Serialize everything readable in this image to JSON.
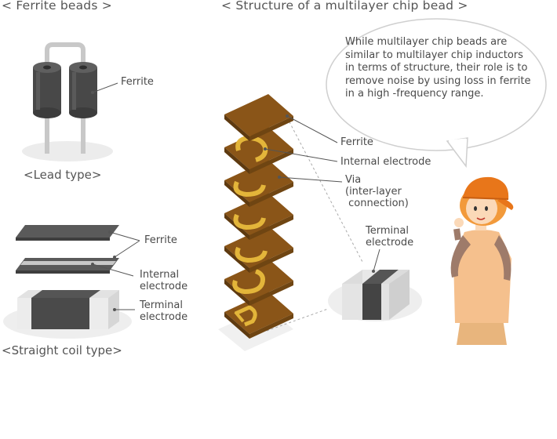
{
  "titles": {
    "ferrite_beads": "< Ferrite beads >",
    "multilayer": "< Structure of a multilayer chip bead >"
  },
  "lead_type": {
    "caption": "<Lead type>",
    "ferrite": "Ferrite"
  },
  "straight_coil": {
    "caption": "<Straight coil type>",
    "ferrite": "Ferrite",
    "internal_electrode": "Internal\nelectrode",
    "terminal_electrode": "Terminal\nelectrode"
  },
  "multilayer": {
    "ferrite": "Ferrite",
    "internal_electrode": "Internal electrode",
    "via": "Via\n(inter-layer\n connection)",
    "terminal_electrode": "Terminal\nelectrode"
  },
  "speech_bubble": "While multilayer chip beads are similar to multilayer chip inductors in terms of structure, their role is to remove noise by using loss in ferrite in a high -frequency range.",
  "colors": {
    "ferrite_dark": "#4a4a4a",
    "layer_brown": "#8a5518",
    "electrode_gold": "#e3b53a",
    "terminal_white": "#e6e6e6",
    "character_orange": "#f29a3b"
  }
}
